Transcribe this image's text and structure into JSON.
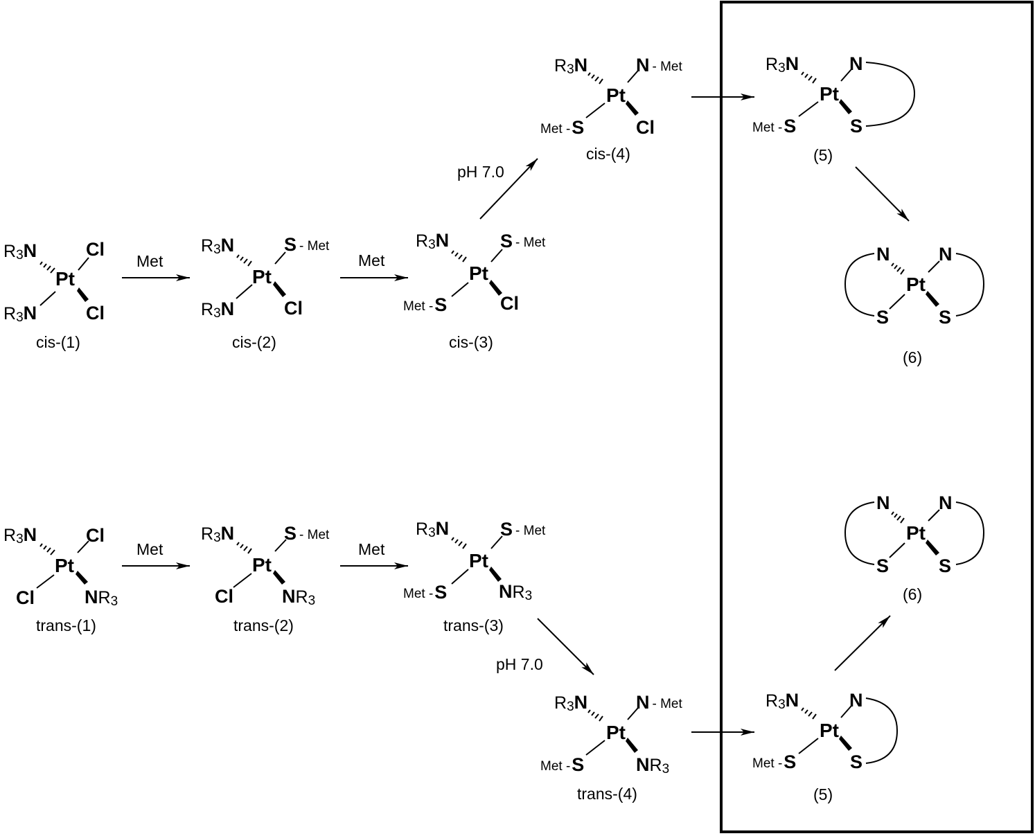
{
  "labels": {
    "pt": "Pt",
    "n": "N",
    "s": "S",
    "cl": "Cl",
    "r3": "R3",
    "r3sub": "3",
    "r": "R",
    "met_right": "- Met",
    "met_left": "Met -",
    "reagent_met": "Met",
    "ph": "pH 7.0"
  },
  "captions": {
    "cis1": "cis-(1)",
    "cis2": "cis-(2)",
    "cis3": "cis-(3)",
    "cis4": "cis-(4)",
    "trans1": "trans-(1)",
    "trans2": "trans-(2)",
    "trans3": "trans-(3)",
    "trans4": "trans-(4)",
    "p5": "(5)",
    "p6": "(6)"
  }
}
